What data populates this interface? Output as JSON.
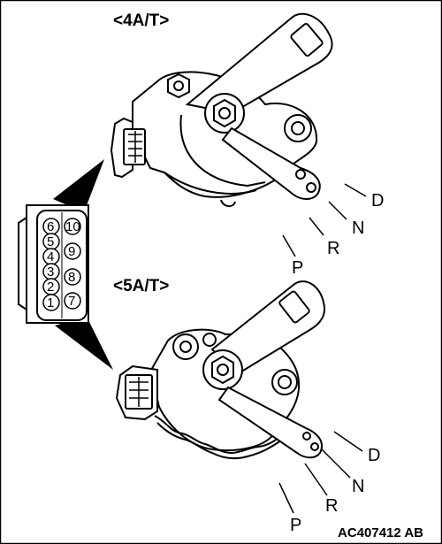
{
  "diagram": {
    "title_4at": "<4A/T>",
    "title_5at": "<5A/T>",
    "positions_4at": [
      "D",
      "N",
      "R",
      "P"
    ],
    "positions_5at": [
      "D",
      "N",
      "R",
      "P"
    ],
    "connector_pins": [
      "6",
      "10",
      "5",
      "9",
      "4",
      "3",
      "8",
      "2",
      "1",
      "7"
    ],
    "figure_code": "AC407412 AB"
  }
}
